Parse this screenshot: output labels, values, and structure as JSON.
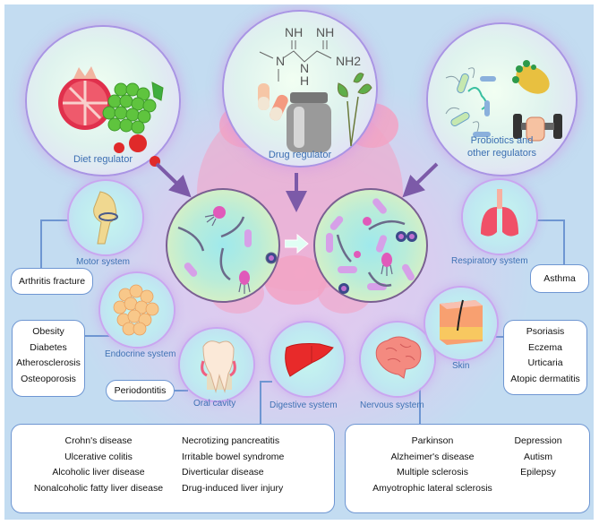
{
  "regulators": {
    "diet": {
      "label": "Diet regulator",
      "icons": [
        "pomegranate-icon",
        "grapes-icon",
        "cherries-icon"
      ]
    },
    "drug": {
      "label": "Drug regulator",
      "formula": {
        "nh_left": "NH",
        "nh_right": "NH",
        "n_left": "N",
        "n_center": "N",
        "h_center": "H",
        "nh2": "NH2"
      },
      "icons": [
        "capsule-icon",
        "medicine-bottle-icon",
        "herb-plant-icon"
      ]
    },
    "probiotics": {
      "label_line1": "Probiotics and",
      "label_line2": "other regulators",
      "icons": [
        "bacteria-icon",
        "nutrient-cluster-icon",
        "dumbbell-icon"
      ]
    }
  },
  "systems": {
    "motor": {
      "label": "Motor system",
      "icon": "knee-joint-icon",
      "diseases": [
        "Arthritis fracture"
      ]
    },
    "endocrine": {
      "label": "Endocrine system",
      "icon": "fat-cells-icon",
      "diseases": [
        "Obesity",
        "Diabetes",
        "Atherosclerosis",
        "Osteoporosis"
      ]
    },
    "oral": {
      "label": "Oral cavity",
      "icon": "tooth-icon",
      "diseases": [
        "Periodontitis"
      ]
    },
    "digestive": {
      "label": "Digestive system",
      "icon": "liver-icon",
      "diseases_col1": [
        "Crohn's disease",
        "Ulcerative colitis",
        "Alcoholic liver disease",
        "Nonalcoholic fatty liver disease"
      ],
      "diseases_col2": [
        "Necrotizing pancreatitis",
        "Irritable bowel syndrome",
        "Diverticular disease",
        "Drug-induced liver injury"
      ]
    },
    "nervous": {
      "label": "Nervous system",
      "icon": "brain-icon",
      "diseases_col1": [
        "Parkinson",
        "Alzheimer's disease",
        "Multiple sclerosis",
        "Amyotrophic lateral sclerosis"
      ],
      "diseases_col2": [
        "Depression",
        "Autism",
        "Epilepsy"
      ]
    },
    "skin": {
      "label": "Skin",
      "icon": "skin-layer-icon",
      "diseases": [
        "Psoriasis",
        "Eczema",
        "Urticaria",
        "Atopic dermatitis"
      ]
    },
    "respiratory": {
      "label": "Respiratory system",
      "icon": "lungs-icon",
      "diseases": [
        "Asthma"
      ]
    }
  },
  "microbiota": {
    "before": "dysbiotic-microbiota-icon",
    "after": "balanced-microbiota-icon",
    "transition": "transition-arrow-icon"
  },
  "colors": {
    "label_blue": "#3b6eb2",
    "connector": "#6e96d2",
    "arrow": "#7c5aa8",
    "background": "#c3dcf1"
  }
}
